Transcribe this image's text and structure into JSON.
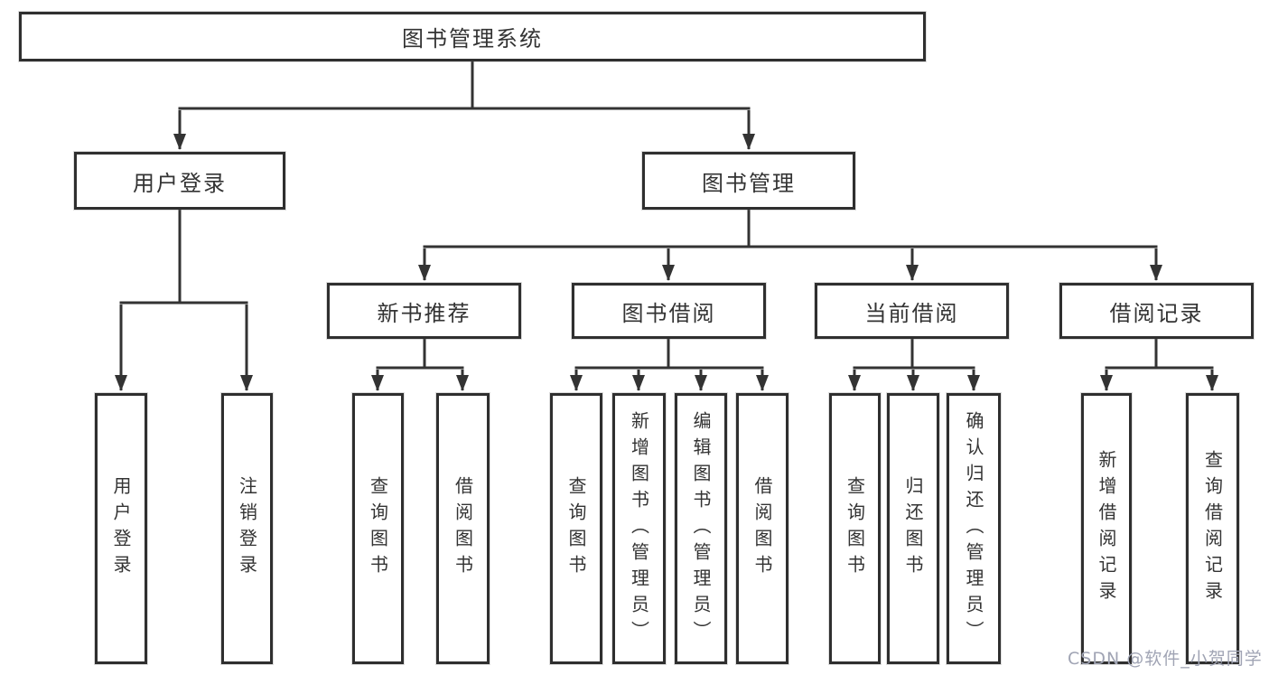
{
  "diagram": {
    "title": "图书管理系统",
    "tree": {
      "label": "图书管理系统",
      "children": [
        {
          "label": "用户登录",
          "children": [
            {
              "label": "用户登录"
            },
            {
              "label": "注销登录"
            }
          ]
        },
        {
          "label": "图书管理",
          "children": [
            {
              "label": "新书推荐",
              "children": [
                {
                  "label": "查询图书"
                },
                {
                  "label": "借阅图书"
                }
              ]
            },
            {
              "label": "图书借阅",
              "children": [
                {
                  "label": "查询图书"
                },
                {
                  "label": "新增图书（管理员）"
                },
                {
                  "label": "编辑图书（管理员）"
                },
                {
                  "label": "借阅图书"
                }
              ]
            },
            {
              "label": "当前借阅",
              "children": [
                {
                  "label": "查询图书"
                },
                {
                  "label": "归还图书"
                },
                {
                  "label": "确认归还（管理员）"
                }
              ]
            },
            {
              "label": "借阅记录",
              "children": [
                {
                  "label": "新增借阅记录"
                },
                {
                  "label": "查询借阅记录"
                }
              ]
            }
          ]
        }
      ]
    },
    "watermark": "CSDN @软件_小贺同学",
    "colors": {
      "line": "#333333",
      "box_border": "#2f2f2f",
      "text": "#333333",
      "background": "#ffffff",
      "watermark": "#a0a4b4"
    }
  }
}
